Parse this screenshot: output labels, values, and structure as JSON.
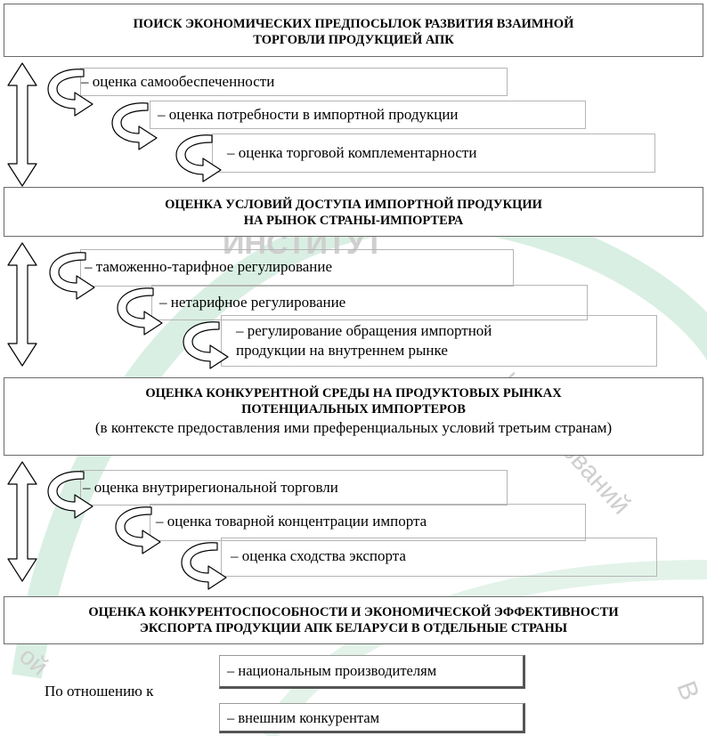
{
  "section1": {
    "title_lines": [
      "ПОИСК ЭКОНОМИЧЕСКИХ ПРЕДПОСЫЛОК РАЗВИТИЯ ВЗАИМНОЙ",
      "ТОРГОВЛИ ПРОДУКЦИЕЙ АПК"
    ],
    "items": [
      "– оценка самообеспеченности",
      "– оценка потребности в импортной продукции",
      "– оценка торговой комплементарности"
    ]
  },
  "section2": {
    "title_lines": [
      "ОЦЕНКА УСЛОВИЙ ДОСТУПА ИМПОРТНОЙ ПРОДУКЦИИ",
      "НА РЫНОК СТРАНЫ-ИМПОРТЕРА"
    ],
    "items": [
      "– таможенно-тарифное регулирование",
      "– нетарифное регулирование"
    ],
    "item3_lines": [
      "– регулирование обращения импортной",
      "продукции на внутреннем рынке"
    ]
  },
  "section3": {
    "title_lines": [
      "ОЦЕНКА КОНКУРЕНТНОЙ СРЕДЫ НА ПРОДУКТОВЫХ РЫНКАХ",
      "ПОТЕНЦИАЛЬНЫХ ИМПОРТЕРОВ"
    ],
    "subtitle": "(в контексте предоставления ими преференциальных условий третьим странам)",
    "items": [
      "– оценка внутрирегиональной торговли",
      "– оценка товарной концентрации импорта",
      "– оценка сходства экспорта"
    ]
  },
  "section4": {
    "title_lines": [
      "ОЦЕНКА КОНКУРЕНТОСПОСОБНОСТИ И ЭКОНОМИЧЕСКОЙ ЭФФЕКТИВНОСТИ",
      "ЭКСПОРТА ПРОДУКЦИИ АПК БЕЛАРУСИ В ОТДЕЛЬНЫЕ СТРАНЫ"
    ],
    "relation_label": "По отношению к",
    "relations": [
      "– национальным производителям",
      "– внешним конкурентам"
    ]
  },
  "watermark": {
    "fragments": [
      "ИНСТИТУТ",
      "Исследований",
      "ой",
      "В"
    ],
    "color": "#d9efe3"
  }
}
